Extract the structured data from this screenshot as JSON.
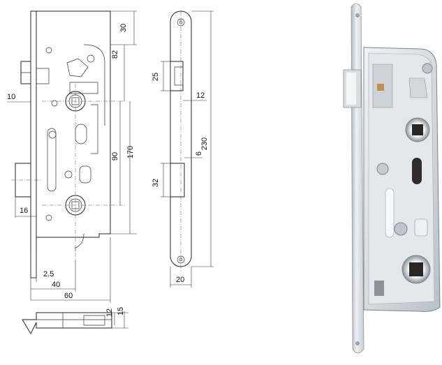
{
  "drawing": {
    "dimensions": {
      "top_offset": "30",
      "follower_height": "82",
      "backset_total": "170",
      "spindle_to_key": "90",
      "latch_projection": "10",
      "bolt_projection": "16",
      "faceplate_thickness": "2.5",
      "backset": "40",
      "case_depth": "60",
      "latch_height": "25",
      "faceplate_edge": "12",
      "faceplate_length": "230",
      "bolt_gap": "6",
      "bolt_height": "32",
      "faceplate_width": "20",
      "bottom_small": "12",
      "bottom_large": "15"
    }
  },
  "colors": {
    "steel_light": "#e7ebef",
    "steel_mid": "#c3cad1",
    "steel_dark": "#7b838b",
    "hole_dark": "#2a2624"
  }
}
